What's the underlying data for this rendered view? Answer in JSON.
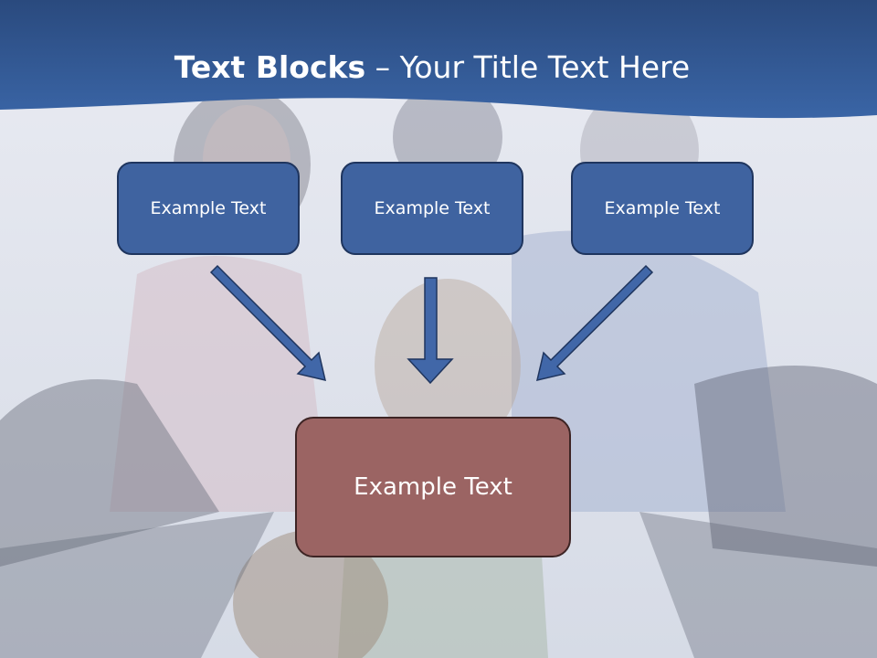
{
  "slide": {
    "title_bold": "Text Blocks",
    "title_rest": " – Your Title Text Here",
    "blocks": [
      {
        "label": "Example Text"
      },
      {
        "label": "Example Text"
      },
      {
        "label": "Example Text"
      }
    ],
    "target_block": {
      "label": "Example Text"
    }
  },
  "colors": {
    "header": "#2c4f86",
    "small_box": "#3f63a0",
    "target_box": "#9b6463",
    "arrow": "#4167a8"
  }
}
